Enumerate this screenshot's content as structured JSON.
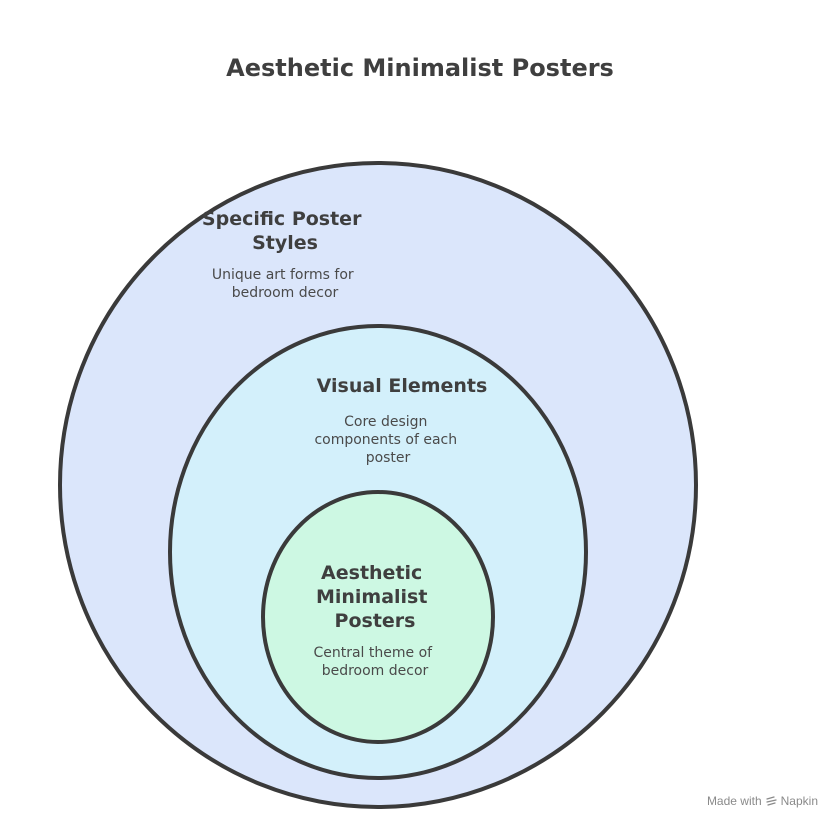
{
  "title": "Aesthetic Minimalist Posters",
  "rings": [
    {
      "label_lines": [
        "Specific Poster",
        "Styles"
      ],
      "desc_lines": [
        "Unique art forms for",
        "bedroom decor"
      ],
      "fill": "#dbe6fb",
      "stroke": "#3a3a3a"
    },
    {
      "label_lines": [
        "Visual Elements"
      ],
      "desc_lines": [
        "Core design",
        "components of each",
        "poster"
      ],
      "fill": "#d3f0fb",
      "stroke": "#3a3a3a"
    },
    {
      "label_lines": [
        "Aesthetic",
        "Minimalist",
        "Posters"
      ],
      "desc_lines": [
        "Central theme of",
        "bedroom decor"
      ],
      "fill": "#cdf8e3",
      "stroke": "#3a3a3a"
    }
  ],
  "watermark": {
    "prefix": "Made with",
    "brand": "Napkin"
  }
}
